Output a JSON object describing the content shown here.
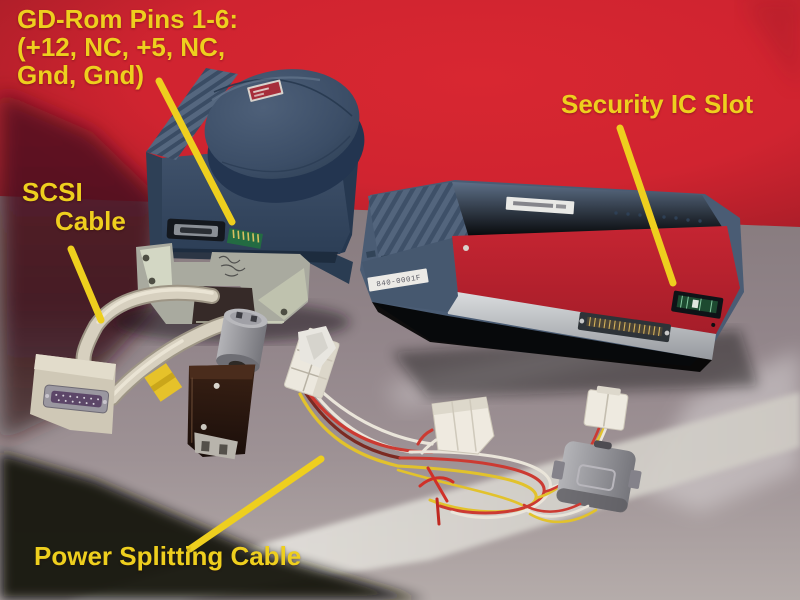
{
  "annotations": {
    "gdrom_pins": {
      "line1": "GD-Rom Pins 1-6:",
      "line2": "(+12, NC, +5, NC,",
      "line3": "Gnd, Gnd)"
    },
    "security_ic": {
      "label": "Security IC Slot"
    },
    "scsi": {
      "line1": "SCSI",
      "line2": "Cable"
    },
    "power": {
      "label": "Power Splitting Cable"
    }
  },
  "stickers": {
    "dimm_front_label": "840-0001F"
  },
  "colors": {
    "annotation_yellow": "#eecf1e",
    "wall_red": "#d12430",
    "case_blue": "#44566f",
    "panel_red": "#c0242e",
    "table_gray": "#95888a",
    "cable_beige": "#d9d2c2"
  }
}
